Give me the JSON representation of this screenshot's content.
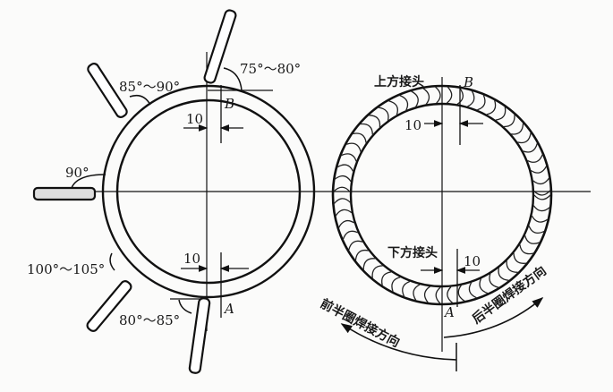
{
  "diagram": {
    "left_figure": {
      "angles": [
        {
          "id": "top",
          "label": "75°～80°"
        },
        {
          "id": "upper_left",
          "label": "85°～90°"
        },
        {
          "id": "left",
          "label": "90°"
        },
        {
          "id": "lower_left",
          "label": "100°～105°"
        },
        {
          "id": "bottom",
          "label": "80°～85°"
        }
      ],
      "dimension_top": "10",
      "dimension_bottom": "10",
      "point_top": "B",
      "point_bottom": "A"
    },
    "right_figure": {
      "top_joint_label": "上方接头",
      "bottom_joint_label": "下方接头",
      "dimension_top": "10",
      "dimension_bottom": "10",
      "point_top": "B",
      "point_bottom": "A",
      "front_half_direction": "前半圈焊接方向",
      "rear_half_direction": "后半圈焊接方向"
    }
  }
}
